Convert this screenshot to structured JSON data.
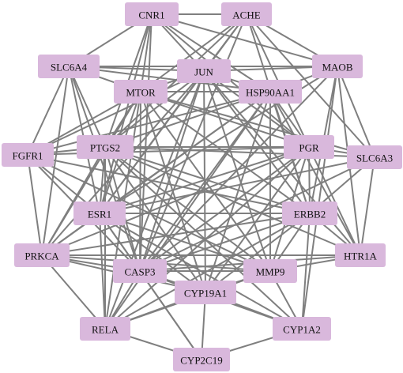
{
  "network": {
    "node_fill": "#d9b8dc",
    "edge_color": "#7f7f7f",
    "nodes": [
      {
        "id": "CNR1",
        "label": "CNR1"
      },
      {
        "id": "ACHE",
        "label": "ACHE"
      },
      {
        "id": "SLC6A4",
        "label": "SLC6A4"
      },
      {
        "id": "JUN",
        "label": "JUN"
      },
      {
        "id": "MAOB",
        "label": "MAOB"
      },
      {
        "id": "MTOR",
        "label": "MTOR"
      },
      {
        "id": "HSP90AA1",
        "label": "HSP90AA1"
      },
      {
        "id": "FGFR1",
        "label": "FGFR1"
      },
      {
        "id": "PTGS2",
        "label": "PTGS2"
      },
      {
        "id": "PGR",
        "label": "PGR"
      },
      {
        "id": "SLC6A3",
        "label": "SLC6A3"
      },
      {
        "id": "ESR1",
        "label": "ESR1"
      },
      {
        "id": "ERBB2",
        "label": "ERBB2"
      },
      {
        "id": "PRKCA",
        "label": "PRKCA"
      },
      {
        "id": "HTR1A",
        "label": "HTR1A"
      },
      {
        "id": "CASP3",
        "label": "CASP3"
      },
      {
        "id": "MMP9",
        "label": "MMP9"
      },
      {
        "id": "CYP19A1",
        "label": "CYP19A1"
      },
      {
        "id": "RELA",
        "label": "RELA"
      },
      {
        "id": "CYP1A2",
        "label": "CYP1A2"
      },
      {
        "id": "CYP2C19",
        "label": "CYP2C19"
      }
    ],
    "edges": [
      [
        "CNR1",
        "ACHE"
      ],
      [
        "CNR1",
        "SLC6A4"
      ],
      [
        "CNR1",
        "JUN"
      ],
      [
        "CNR1",
        "MTOR"
      ],
      [
        "CNR1",
        "HSP90AA1"
      ],
      [
        "CNR1",
        "PTGS2"
      ],
      [
        "CNR1",
        "ESR1"
      ],
      [
        "CNR1",
        "PGR"
      ],
      [
        "CNR1",
        "CASP3"
      ],
      [
        "CNR1",
        "MAOB"
      ],
      [
        "ACHE",
        "JUN"
      ],
      [
        "ACHE",
        "MAOB"
      ],
      [
        "ACHE",
        "MTOR"
      ],
      [
        "ACHE",
        "SLC6A3"
      ],
      [
        "ACHE",
        "PTGS2"
      ],
      [
        "ACHE",
        "ESR1"
      ],
      [
        "ACHE",
        "ERBB2"
      ],
      [
        "ACHE",
        "CASP3"
      ],
      [
        "ACHE",
        "PGR"
      ],
      [
        "SLC6A4",
        "JUN"
      ],
      [
        "SLC6A4",
        "MTOR"
      ],
      [
        "SLC6A4",
        "FGFR1"
      ],
      [
        "SLC6A4",
        "PTGS2"
      ],
      [
        "SLC6A4",
        "ESR1"
      ],
      [
        "SLC6A4",
        "CASP3"
      ],
      [
        "SLC6A4",
        "HSP90AA1"
      ],
      [
        "SLC6A4",
        "PRKCA"
      ],
      [
        "SLC6A4",
        "MAOB"
      ],
      [
        "JUN",
        "MAOB"
      ],
      [
        "JUN",
        "MTOR"
      ],
      [
        "JUN",
        "HSP90AA1"
      ],
      [
        "JUN",
        "FGFR1"
      ],
      [
        "JUN",
        "PTGS2"
      ],
      [
        "JUN",
        "PGR"
      ],
      [
        "JUN",
        "ESR1"
      ],
      [
        "JUN",
        "ERBB2"
      ],
      [
        "JUN",
        "PRKCA"
      ],
      [
        "JUN",
        "CASP3"
      ],
      [
        "JUN",
        "MMP9"
      ],
      [
        "JUN",
        "RELA"
      ],
      [
        "JUN",
        "CYP19A1"
      ],
      [
        "JUN",
        "HTR1A"
      ],
      [
        "MAOB",
        "HSP90AA1"
      ],
      [
        "MAOB",
        "SLC6A3"
      ],
      [
        "MAOB",
        "HTR1A"
      ],
      [
        "MAOB",
        "ESR1"
      ],
      [
        "MAOB",
        "ERBB2"
      ],
      [
        "MAOB",
        "CASP3"
      ],
      [
        "MAOB",
        "CYP1A2"
      ],
      [
        "MTOR",
        "HSP90AA1"
      ],
      [
        "MTOR",
        "FGFR1"
      ],
      [
        "MTOR",
        "PTGS2"
      ],
      [
        "MTOR",
        "PGR"
      ],
      [
        "MTOR",
        "ESR1"
      ],
      [
        "MTOR",
        "ERBB2"
      ],
      [
        "MTOR",
        "PRKCA"
      ],
      [
        "MTOR",
        "CASP3"
      ],
      [
        "MTOR",
        "MMP9"
      ],
      [
        "MTOR",
        "RELA"
      ],
      [
        "MTOR",
        "CYP19A1"
      ],
      [
        "MTOR",
        "SLC6A3"
      ],
      [
        "HSP90AA1",
        "FGFR1"
      ],
      [
        "HSP90AA1",
        "PTGS2"
      ],
      [
        "HSP90AA1",
        "PGR"
      ],
      [
        "HSP90AA1",
        "ESR1"
      ],
      [
        "HSP90AA1",
        "ERBB2"
      ],
      [
        "HSP90AA1",
        "PRKCA"
      ],
      [
        "HSP90AA1",
        "CASP3"
      ],
      [
        "HSP90AA1",
        "MMP9"
      ],
      [
        "HSP90AA1",
        "CYP19A1"
      ],
      [
        "HSP90AA1",
        "HTR1A"
      ],
      [
        "HSP90AA1",
        "RELA"
      ],
      [
        "FGFR1",
        "PTGS2"
      ],
      [
        "FGFR1",
        "PGR"
      ],
      [
        "FGFR1",
        "ESR1"
      ],
      [
        "FGFR1",
        "ERBB2"
      ],
      [
        "FGFR1",
        "CASP3"
      ],
      [
        "FGFR1",
        "PRKCA"
      ],
      [
        "FGFR1",
        "MMP9"
      ],
      [
        "PTGS2",
        "PGR"
      ],
      [
        "PTGS2",
        "ESR1"
      ],
      [
        "PTGS2",
        "ERBB2"
      ],
      [
        "PTGS2",
        "CASP3"
      ],
      [
        "PTGS2",
        "MMP9"
      ],
      [
        "PTGS2",
        "CYP19A1"
      ],
      [
        "PTGS2",
        "RELA"
      ],
      [
        "PTGS2",
        "PRKCA"
      ],
      [
        "PTGS2",
        "CYP1A2"
      ],
      [
        "PTGS2",
        "HTR1A"
      ],
      [
        "PTGS2",
        "SLC6A3"
      ],
      [
        "PGR",
        "ESR1"
      ],
      [
        "PGR",
        "ERBB2"
      ],
      [
        "PGR",
        "CASP3"
      ],
      [
        "PGR",
        "MMP9"
      ],
      [
        "PGR",
        "CYP19A1"
      ],
      [
        "PGR",
        "PRKCA"
      ],
      [
        "PGR",
        "RELA"
      ],
      [
        "PGR",
        "SLC6A3"
      ],
      [
        "PGR",
        "HTR1A"
      ],
      [
        "SLC6A3",
        "ERBB2"
      ],
      [
        "SLC6A3",
        "HTR1A"
      ],
      [
        "SLC6A3",
        "CASP3"
      ],
      [
        "SLC6A3",
        "ESR1"
      ],
      [
        "ESR1",
        "ERBB2"
      ],
      [
        "ESR1",
        "PRKCA"
      ],
      [
        "ESR1",
        "CASP3"
      ],
      [
        "ESR1",
        "MMP9"
      ],
      [
        "ESR1",
        "CYP19A1"
      ],
      [
        "ESR1",
        "RELA"
      ],
      [
        "ESR1",
        "CYP1A2"
      ],
      [
        "ESR1",
        "CYP2C19"
      ],
      [
        "ERBB2",
        "CASP3"
      ],
      [
        "ERBB2",
        "MMP9"
      ],
      [
        "ERBB2",
        "CYP19A1"
      ],
      [
        "ERBB2",
        "HTR1A"
      ],
      [
        "ERBB2",
        "PRKCA"
      ],
      [
        "ERBB2",
        "RELA"
      ],
      [
        "ERBB2",
        "CYP1A2"
      ],
      [
        "PRKCA",
        "CASP3"
      ],
      [
        "PRKCA",
        "MMP9"
      ],
      [
        "PRKCA",
        "RELA"
      ],
      [
        "PRKCA",
        "CYP19A1"
      ],
      [
        "PRKCA",
        "HTR1A"
      ],
      [
        "HTR1A",
        "CASP3"
      ],
      [
        "HTR1A",
        "MMP9"
      ],
      [
        "CASP3",
        "MMP9"
      ],
      [
        "CASP3",
        "CYP19A1"
      ],
      [
        "CASP3",
        "RELA"
      ],
      [
        "CASP3",
        "CYP2C19"
      ],
      [
        "CASP3",
        "CYP1A2"
      ],
      [
        "MMP9",
        "CYP19A1"
      ],
      [
        "MMP9",
        "RELA"
      ],
      [
        "MMP9",
        "CYP1A2"
      ],
      [
        "CYP19A1",
        "RELA"
      ],
      [
        "CYP19A1",
        "CYP1A2"
      ],
      [
        "CYP19A1",
        "CYP2C19"
      ],
      [
        "RELA",
        "CYP2C19"
      ],
      [
        "CYP1A2",
        "CYP2C19"
      ]
    ]
  }
}
